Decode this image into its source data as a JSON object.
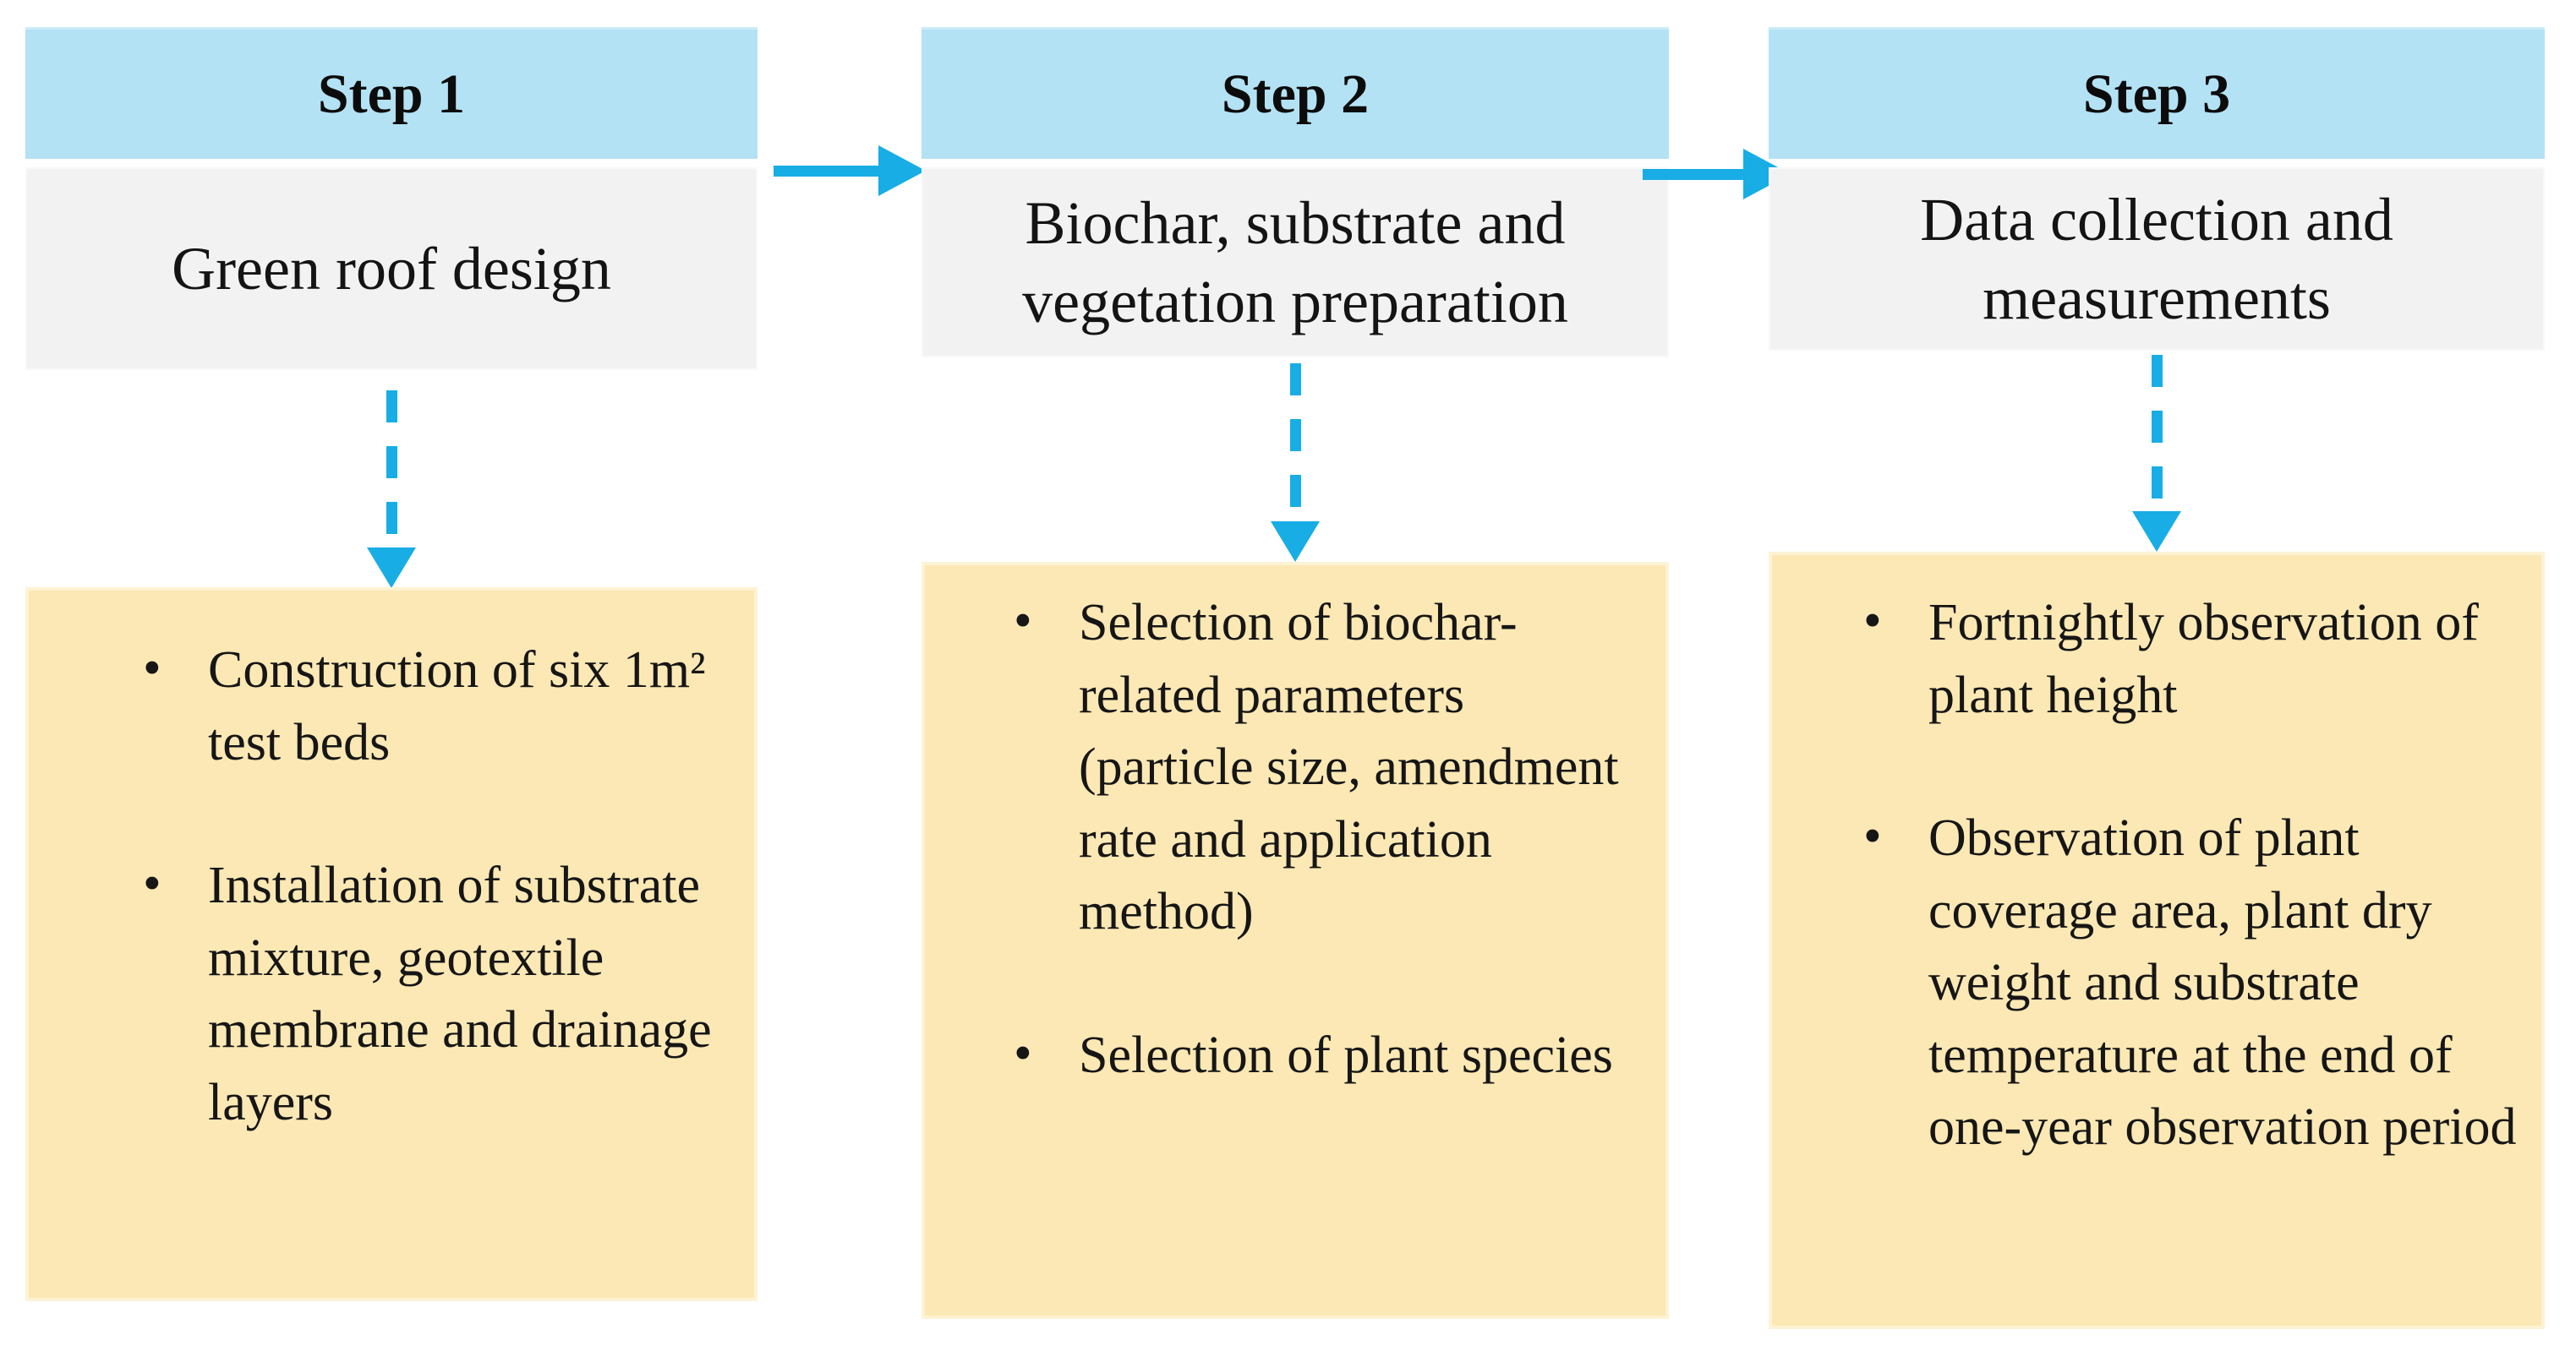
{
  "figure": {
    "type": "process-flowchart",
    "columns": [
      {
        "step_label": "Step 1",
        "description": "Green roof design",
        "bullets": [
          "Construction of six 1m² test beds",
          "Installation of substrate mixture, geotextile membrane and drainage layers"
        ]
      },
      {
        "step_label": "Step 2",
        "description": "Biochar, substrate and vegetation preparation",
        "bullets": [
          "Selection of biochar-related parameters (particle size, amendment rate and application method)",
          "Selection of plant species"
        ]
      },
      {
        "step_label": "Step 3",
        "description": "Data collection and measurements",
        "bullets": [
          "Fortnightly observation of plant height",
          "Observation of plant coverage area, plant dry weight and substrate temperature at the end of one-year observation period"
        ]
      }
    ],
    "colors": {
      "header_bg": "#B3E2F4",
      "description_bg": "#F2F2F2",
      "details_bg": "#FBE8B4",
      "arrow": "#18ADE5"
    }
  }
}
